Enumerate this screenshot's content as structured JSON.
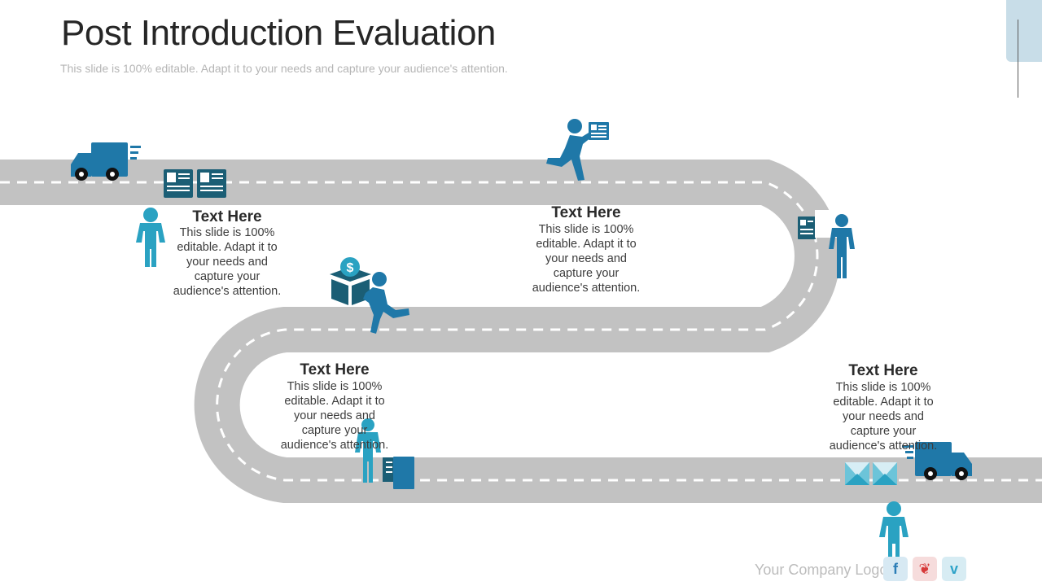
{
  "slide": {
    "title": "Post Introduction Evaluation",
    "subtitle": "This slide is 100% editable. Adapt it to your needs and capture your audience's attention."
  },
  "blocks": [
    {
      "heading": "Text Here",
      "lines": [
        "This slide is 100%",
        "editable. Adapt it to",
        "your needs and",
        "capture your",
        "audience's attention."
      ]
    },
    {
      "heading": "Text Here",
      "lines": [
        "This slide is 100%",
        "editable. Adapt it to",
        "your needs and",
        "capture your",
        "audience's attention."
      ]
    },
    {
      "heading": "Text Here",
      "lines": [
        "This slide is 100%",
        "editable. Adapt it to",
        "your needs and",
        "capture your",
        "audience's attention."
      ]
    },
    {
      "heading": "Text Here",
      "lines": [
        "This slide is 100%",
        "editable. Adapt it to",
        "your needs and",
        "capture your",
        "audience's attention."
      ]
    }
  ],
  "footer": {
    "logo_text": "Your Company Logo",
    "social": [
      {
        "icon": "facebook-icon",
        "glyph": "f",
        "bg": "#d7e9f3",
        "fg": "#2b7db6"
      },
      {
        "icon": "twitter-icon",
        "glyph": "❦",
        "bg": "#f6dcdc",
        "fg": "#d73a3a"
      },
      {
        "icon": "vimeo-icon",
        "glyph": "v",
        "bg": "#d7ecf3",
        "fg": "#2fa3c8"
      }
    ]
  },
  "colors": {
    "road": "#c2c2c2",
    "dash": "#ffffff",
    "primary_blue": "#1f78a8",
    "teal": "#2aa2c2",
    "dark_teal": "#1b5e75",
    "light_teal": "#6cc4d9"
  }
}
